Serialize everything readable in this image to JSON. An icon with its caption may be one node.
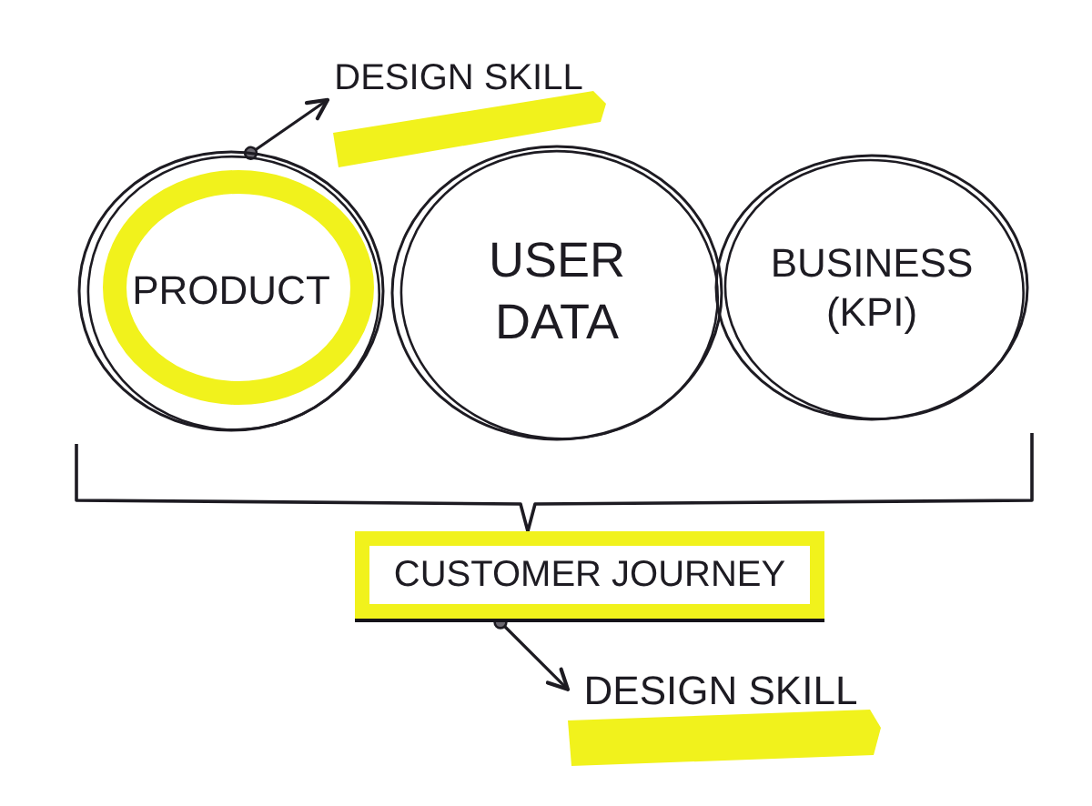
{
  "diagram": {
    "nodes": [
      {
        "text": [
          "DESIGN SKILL"
        ]
      },
      {
        "text": [
          "PRODUCT"
        ]
      },
      {
        "text": [
          "USER DATA"
        ]
      },
      {
        "text": [
          "BUSINESS (KPI)"
        ]
      },
      {
        "text": [
          "CUSTOMER JOURNEY"
        ]
      },
      {
        "text": [
          "DESIGN SKILL"
        ]
      }
    ],
    "edges": [
      {
        "from": 1,
        "to": 0,
        "arrow": "to"
      },
      {
        "from": 4,
        "to": 5,
        "arrow": "to"
      }
    ]
  }
}
